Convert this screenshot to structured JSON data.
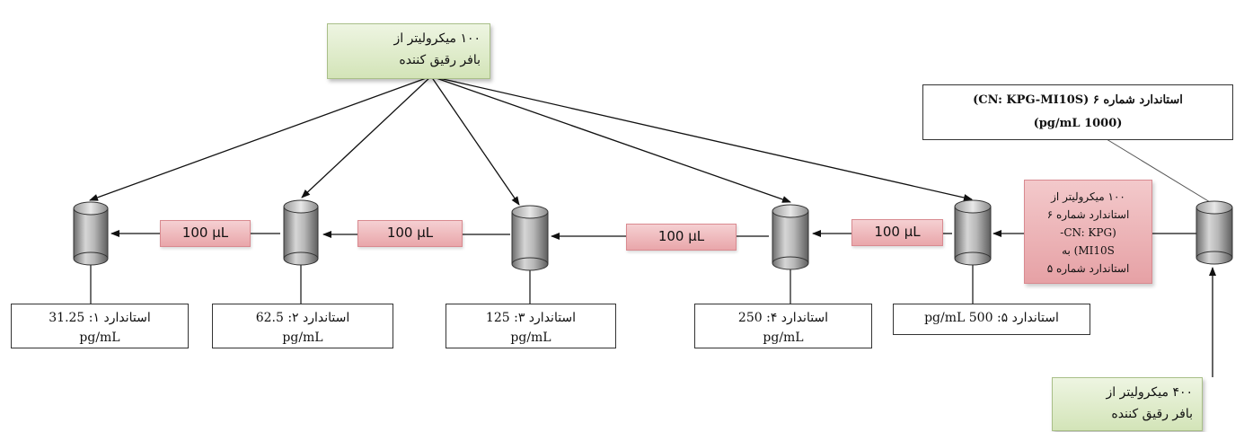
{
  "diluent_top": "۱۰۰ میکرولیتر از\nبافر رقیق کننده",
  "diluent_bottom": "۴۰۰ میکرولیتر از\nبافر رقیق کننده",
  "stock_label": "استاندارد شماره ۶ (CN: KPG-MI10S)\n(1000 pg/mL)",
  "transfer_big": "۱۰۰ میکرولیتر از\nاستاندارد شماره ۶\n(CN: KPG-\nMI10S) به\nاستاندارد شماره ۵",
  "transfer_small": [
    "100 µL",
    "100 µL",
    "100 µL",
    "100 µL"
  ],
  "standards": [
    {
      "line1": "استاندارد ۱:  31.25",
      "line2": "pg/mL"
    },
    {
      "line1": "استاندارد ۲:  62.5",
      "line2": "pg/mL"
    },
    {
      "line1": "استاندارد ۳:  125",
      "line2": "pg/mL"
    },
    {
      "line1": "استاندارد ۴:  250",
      "line2": "pg/mL"
    },
    {
      "line1": "استاندارد ۵:  500 pg/mL",
      "line2": ""
    }
  ]
}
